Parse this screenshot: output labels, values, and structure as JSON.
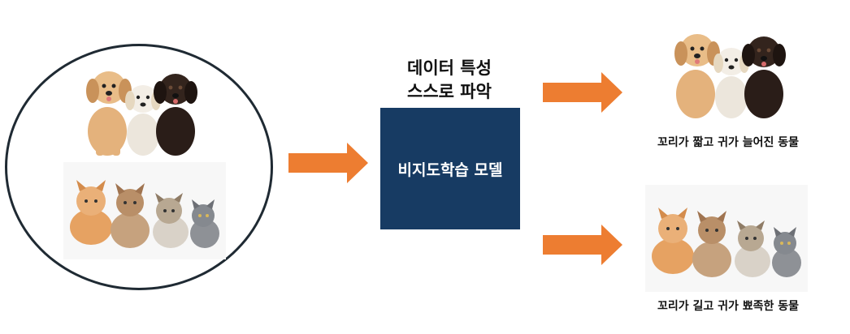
{
  "center_label": {
    "line1": "데이터 특성",
    "line2": "스스로 파악"
  },
  "model_box": {
    "label": "비지도학습 모델",
    "color": "#173b63"
  },
  "outputs": [
    {
      "caption": "꼬리가 짧고 귀가 늘어진 동물"
    },
    {
      "caption": "꼬리가 길고 귀가 뾰족한 동물"
    }
  ],
  "colors": {
    "arrow": "#ed7d31",
    "circle_border": "#1f2a33"
  }
}
